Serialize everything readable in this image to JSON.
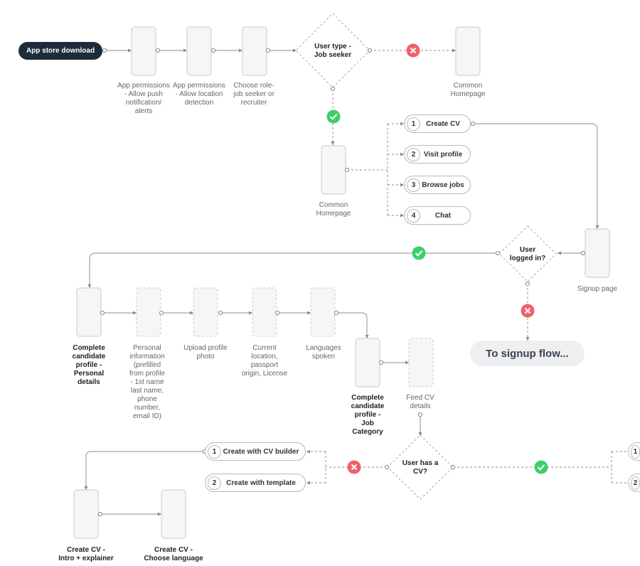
{
  "start_button": "App store download",
  "screen_labels": {
    "app_permissions_push": "App permissions\n- Allow push\nnotification/\nalerts",
    "app_permissions_location": "App permissions\n- Allow location\ndetection",
    "choose_role": "Choose role-\njob seeker or\nrecruiter",
    "common_homepage_top": "Common\nHomepage",
    "common_homepage": "Common\nHomepage",
    "signup_page": "Signup page",
    "complete_personal": "Complete\ncandidate\nprofile -\nPersonal\ndetails",
    "personal_information": "Personal\ninformation\n(prefilled\nfrom profile\n- 1st name\nlast name,\nphone\nnumber,\nemail ID)",
    "upload_photo": "Upload profile\nphoto",
    "current_location": "Current\nlocation,\npassport\norigin, License",
    "languages_spoken": "Languages\nspoken",
    "complete_job_category": "Complete\ncandidate\nprofile -\nJob\nCategory",
    "feed_cv_details": "Feed CV\ndetails",
    "create_cv_intro": "Create CV -\nIntro + explainer",
    "create_cv_language": "Create CV -\nChoose language"
  },
  "decisions": {
    "user_type": "User type -\nJob seeker",
    "user_logged_in": "User\nlogged in?",
    "user_has_cv": "User has a\nCV?"
  },
  "homepage_options": [
    {
      "num": "1",
      "label": "Create CV"
    },
    {
      "num": "2",
      "label": "Visit profile"
    },
    {
      "num": "3",
      "label": "Browse jobs"
    },
    {
      "num": "4",
      "label": "Chat"
    }
  ],
  "cv_options": [
    {
      "num": "1",
      "label": "Create with CV builder"
    },
    {
      "num": "2",
      "label": "Create with template"
    }
  ],
  "right_cut_nums": [
    "1",
    "2"
  ],
  "signup_flow": "To signup flow...",
  "colors": {
    "yes": "#3ecf6a",
    "no": "#f0606a",
    "start_bg": "#1c2c3a"
  }
}
